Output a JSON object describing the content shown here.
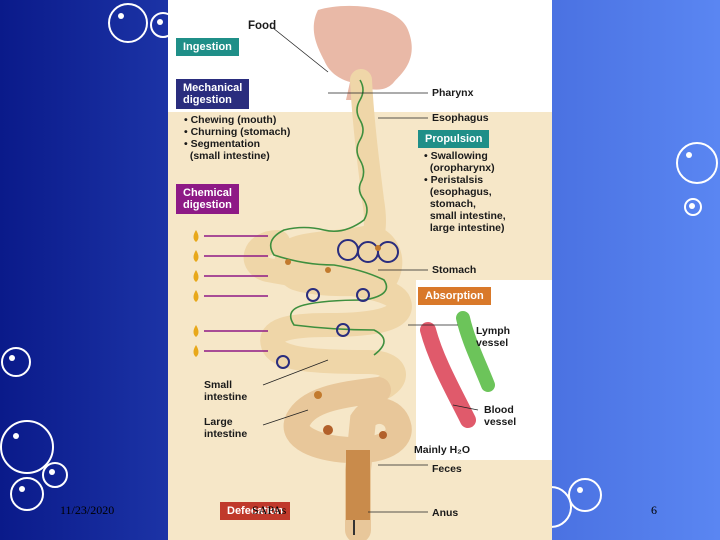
{
  "slide": {
    "date": "11/23/2020",
    "footer_center": "SAPAs",
    "page_number": "6"
  },
  "figure": {
    "labels": {
      "food": "Food",
      "ingestion": "Ingestion",
      "mechanical_digestion": "Mechanical\ndigestion",
      "mechanical_list": "• Chewing (mouth)\n• Churning (stomach)\n• Segmentation\n  (small intestine)",
      "chemical_digestion": "Chemical\ndigestion",
      "pharynx": "Pharynx",
      "esophagus": "Esophagus",
      "propulsion": "Propulsion",
      "propulsion_list": "• Swallowing\n  (oropharynx)\n• Peristalsis\n  (esophagus,\n  stomach,\n  small intestine,\n  large intestine)",
      "stomach": "Stomach",
      "absorption": "Absorption",
      "lymph_vessel": "Lymph\nvessel",
      "small_intestine": "Small\nintestine",
      "large_intestine": "Large\nintestine",
      "blood_vessel": "Blood\nvessel",
      "mainly_h2o": "Mainly H₂O",
      "feces": "Feces",
      "defecation": "Defecation",
      "anus": "Anus"
    },
    "colors": {
      "ingestion": "#1f8f88",
      "mechanical": "#2a2d7e",
      "chemical": "#8e1a86",
      "absorption": "#d9792a",
      "propulsion": "#1f8f88",
      "tract": "#efd6a8",
      "head": "#e9b9a7"
    }
  }
}
